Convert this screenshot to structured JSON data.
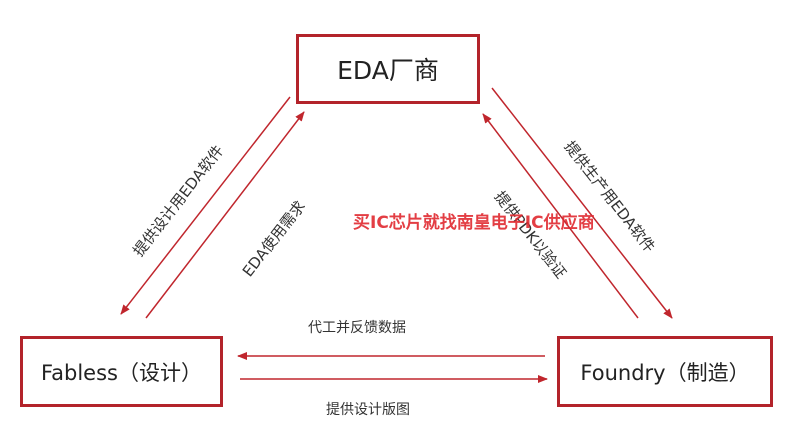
{
  "nodes": {
    "eda": "EDA厂商",
    "fabless": "Fabless（设计）",
    "foundry": "Foundry（制造）"
  },
  "edges": [
    {
      "label": "提供设计用EDA软件"
    },
    {
      "label": "EDA使用需求"
    },
    {
      "label": "提供PDK以验证"
    },
    {
      "label": "提供生产用EDA软件"
    },
    {
      "label": "代工并反馈数据"
    },
    {
      "label": "提供设计版图"
    }
  ],
  "watermark": "买IC芯片就找南皇电子IC供应商",
  "colors": {
    "border": "#b3232a",
    "arrow": "#c0262d",
    "watermark": "#e02a30"
  }
}
